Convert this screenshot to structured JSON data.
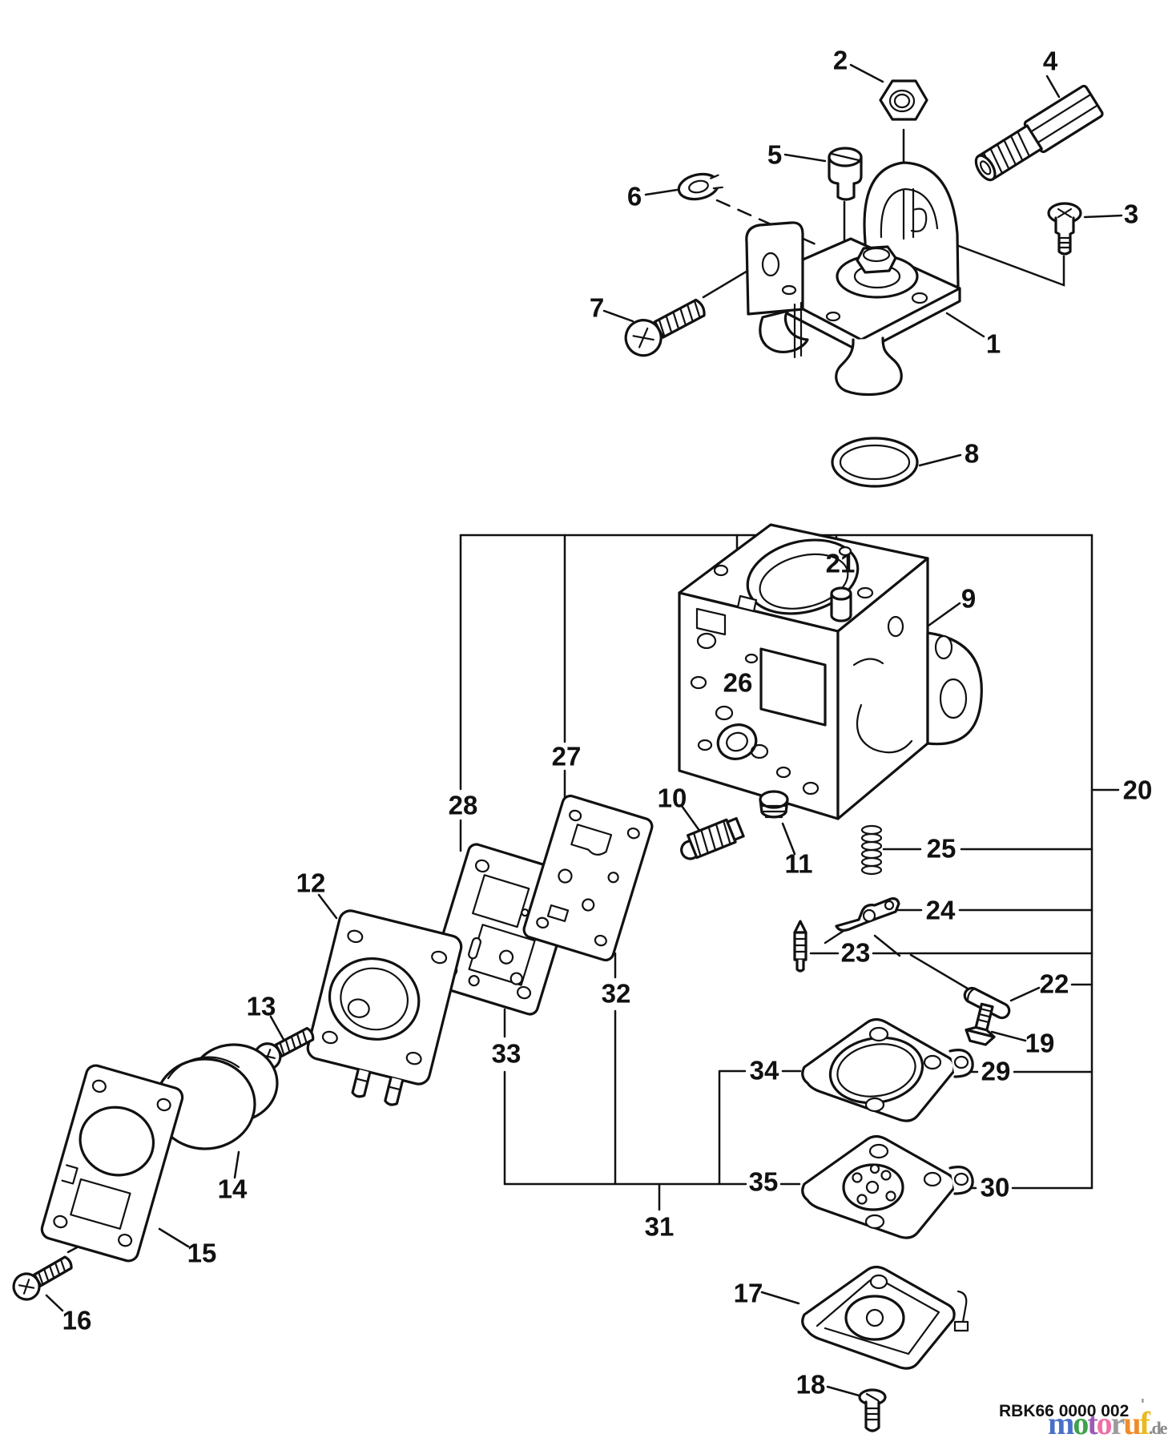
{
  "page": {
    "background": "#ffffff",
    "line_color": "#111111"
  },
  "callouts": [
    "1",
    "2",
    "3",
    "4",
    "5",
    "6",
    "7",
    "8",
    "9",
    "10",
    "11",
    "12",
    "13",
    "14",
    "15",
    "16",
    "17",
    "18",
    "19",
    "20",
    "21",
    "22",
    "23",
    "24",
    "25",
    "26",
    "27",
    "28",
    "29",
    "30",
    "31",
    "32",
    "33",
    "34",
    "35"
  ],
  "footer": {
    "part_code": "RBK66 0000 002"
  },
  "logo": {
    "word": "motoruf",
    "letters": [
      {
        "ch": "m",
        "color": "#4a70c8"
      },
      {
        "ch": "o",
        "color": "#3fa24d"
      },
      {
        "ch": "t",
        "color": "#9a5bb5"
      },
      {
        "ch": "o",
        "color": "#ef6fa5"
      },
      {
        "ch": "r",
        "color": "#9b9b9b"
      },
      {
        "ch": "u",
        "color": "#ef8c2a"
      },
      {
        "ch": "f",
        "color": "#e9b91f"
      }
    ],
    "accent": "'",
    "accent_color": "#9a9a9a",
    "suffix": ".de",
    "suffix_color": "#8a8a8a"
  }
}
